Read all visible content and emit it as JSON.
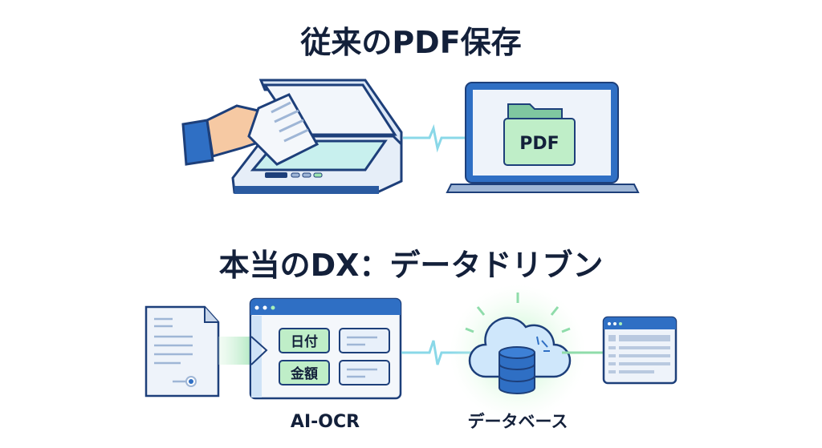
{
  "top": {
    "title": "従来のPDF保存",
    "folder_label": "PDF"
  },
  "bottom": {
    "title": "本当のDX：データドリブン",
    "ocr_fields": [
      "日付",
      "金額"
    ],
    "ocr_label": "AI-OCR",
    "db_label": "データベース"
  },
  "colors": {
    "navy": "#1d3f7a",
    "blue": "#2f6fc4",
    "green": "#bfeec8",
    "light": "#eaf2fb"
  }
}
